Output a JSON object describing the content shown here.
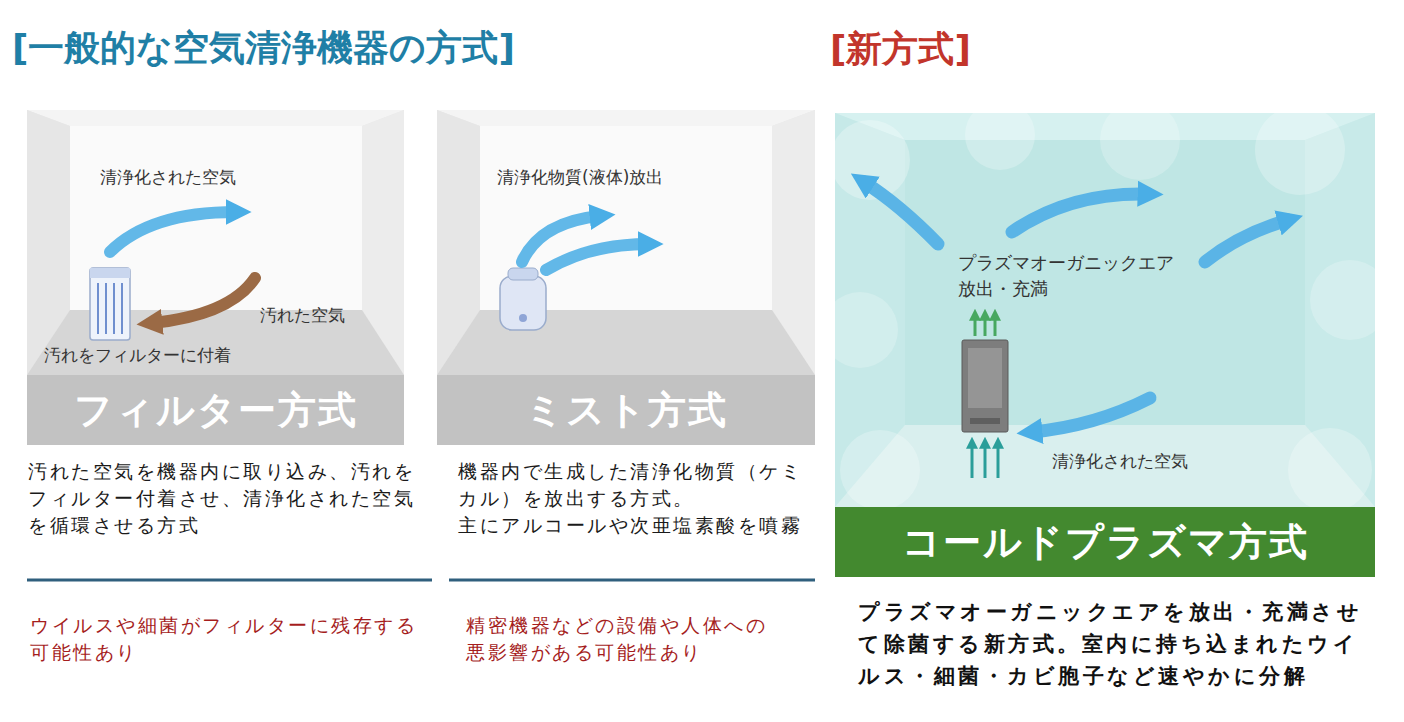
{
  "diagram": {
    "title": "[一般的な空気清浄機器の方式]",
    "nodes": [
      {
        "text": [
          "フィルター方式"
        ]
      },
      {
        "text": [
          "ミスト方式"
        ]
      },
      {
        "text": [
          "コールドプラズマ方式"
        ]
      }
    ],
    "labels": [
      "[新方式]",
      "清浄化された空気",
      "汚れた空気",
      "汚れをフィルターに付着",
      "清浄化物質(液体)放出",
      "プラズマオーガニックエア 放出・充満",
      "清浄化された空気",
      "汚れた空気を機器内に取り込み、汚れをフィルター付着させ、清浄化された空気を循環させる方式",
      "機器内で生成した清浄化物質（ケミカル）を放出する方式。",
      "主にアルコールや次亜塩素酸を噴霧",
      "プラズマオーガニックエアを放出・充満させて除菌する新方式。室内に持ち込まれたウイルス・細菌・カビ胞子など速やかに分解",
      "ウイルスや細菌がフィルターに残存する可能性あり",
      "精密機器などの設備や人体への悪影響がある可能性あり"
    ]
  }
}
